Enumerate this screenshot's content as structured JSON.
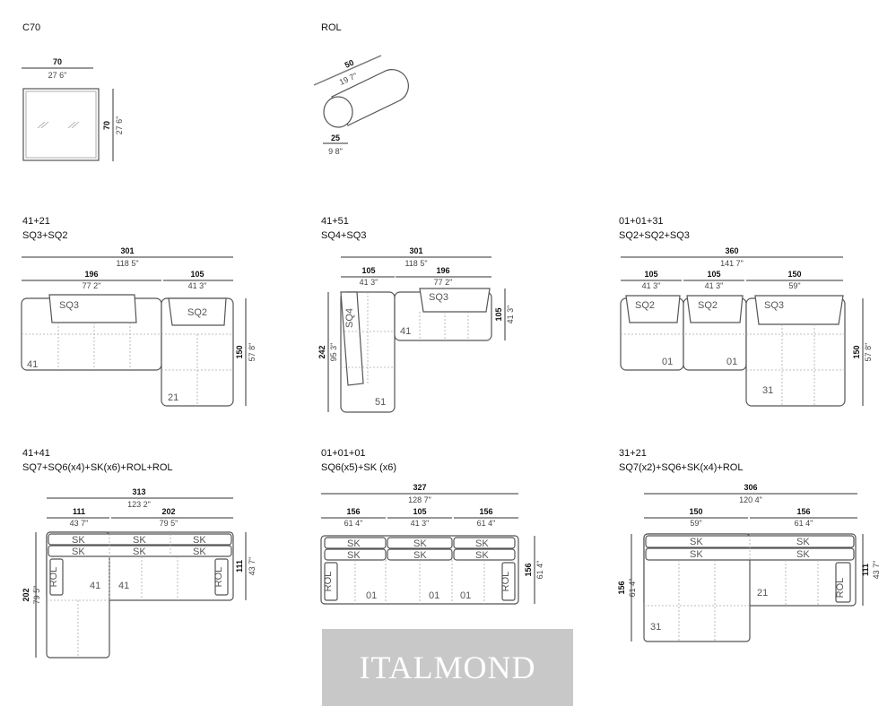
{
  "products": {
    "c70": {
      "code": "C70",
      "w": "70",
      "w_in": "27 6\"",
      "d": "70",
      "d_in": "27 6\""
    },
    "rol": {
      "code": "ROL",
      "len": "50",
      "len_in": "19 7\"",
      "dia": "25",
      "dia_in": "9 8\""
    }
  },
  "configs": [
    {
      "code": "41+21",
      "desc": "SQ3+SQ2",
      "total": "301",
      "total_in": "118 5\"",
      "seg1": "196",
      "seg1_in": "77 2\"",
      "seg2": "105",
      "seg2_in": "41 3\"",
      "depth": "150",
      "depth_in": "57 8\"",
      "modules": [
        "SQ3",
        "SQ2",
        "41",
        "21"
      ]
    },
    {
      "code": "41+51",
      "desc": "SQ4+SQ3",
      "total": "301",
      "total_in": "118 5\"",
      "seg1": "105",
      "seg1_in": "41 3\"",
      "seg2": "196",
      "seg2_in": "77 2\"",
      "depth": "105",
      "depth_in": "41 3\"",
      "height": "242",
      "height_in": "95 3\"",
      "modules": [
        "SQ3",
        "SQ4",
        "41",
        "51"
      ]
    },
    {
      "code": "01+01+31",
      "desc": "SQ2+SQ2+SQ3",
      "total": "360",
      "total_in": "141 7\"",
      "seg1": "105",
      "seg1_in": "41 3\"",
      "seg2": "105",
      "seg2_in": "41 3\"",
      "seg3": "150",
      "seg3_in": "59\"",
      "depth": "150",
      "depth_in": "57 8\"",
      "modules": [
        "SQ2",
        "SQ2",
        "SQ3",
        "01",
        "01",
        "31"
      ]
    },
    {
      "code": "41+41",
      "desc": "SQ7+SQ6(x4)+SK(x6)+ROL+ROL",
      "total": "313",
      "total_in": "123 2\"",
      "seg1": "111",
      "seg1_in": "43 7\"",
      "seg2": "202",
      "seg2_in": "79 5\"",
      "depth": "111",
      "depth_in": "43 7\"",
      "height": "202",
      "height_in": "79 5\"",
      "modules": [
        "SK",
        "SK",
        "SK",
        "SK",
        "SK",
        "SK",
        "ROL",
        "ROL",
        "41",
        "41"
      ]
    },
    {
      "code": "01+01+01",
      "desc": "SQ6(x5)+SK (x6)",
      "total": "327",
      "total_in": "128 7\"",
      "seg1": "156",
      "seg1_in": "61 4\"",
      "seg2": "105",
      "seg2_in": "41 3\"",
      "seg3": "156",
      "seg3_in": "61 4\"",
      "depth": "156",
      "depth_in": "61 4\"",
      "modules": [
        "SK",
        "SK",
        "SK",
        "SK",
        "SK",
        "SK",
        "ROL",
        "ROL",
        "01",
        "01",
        "01"
      ]
    },
    {
      "code": "31+21",
      "desc": "SQ7(x2)+SQ6+SK(x4)+ROL",
      "total": "306",
      "total_in": "120 4\"",
      "seg1": "150",
      "seg1_in": "59\"",
      "seg2": "156",
      "seg2_in": "61 4\"",
      "depth": "111",
      "depth_in": "43 7\"",
      "height": "156",
      "height_in": "61 4\"",
      "modules": [
        "SK",
        "SK",
        "SK",
        "SK",
        "21",
        "ROL",
        "31"
      ]
    }
  ],
  "watermark": "ITALMOND"
}
